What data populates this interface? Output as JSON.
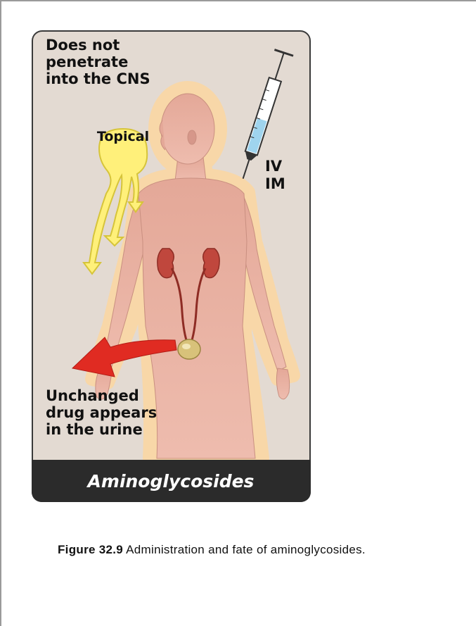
{
  "figure": {
    "label_cns": [
      "Does not",
      "penetrate",
      "into the CNS"
    ],
    "label_topical": "Topical",
    "label_routes": [
      "IV",
      "IM"
    ],
    "label_urine": [
      "Unchanged",
      "drug appears",
      "in the urine"
    ],
    "banner_title": "Aminoglycosides"
  },
  "caption": {
    "figure_number": "Figure 32.9",
    "text": "Administration and fate of aminoglycosides."
  }
}
